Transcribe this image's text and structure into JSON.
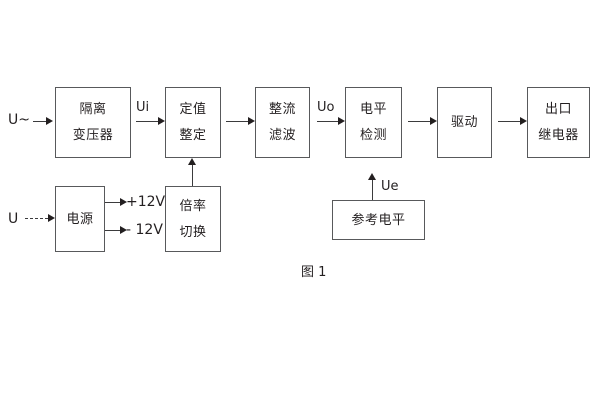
{
  "figure": {
    "caption": "图 1",
    "blocks": [
      {
        "id": "isolation-transformer",
        "lines": [
          "隔离",
          "变压器"
        ]
      },
      {
        "id": "setting-value",
        "lines": [
          "定值",
          "整定"
        ]
      },
      {
        "id": "rectify-filter",
        "lines": [
          "整流",
          "滤波"
        ]
      },
      {
        "id": "level-detection",
        "lines": [
          "电平",
          "检测"
        ]
      },
      {
        "id": "drive",
        "lines": [
          "驱动"
        ]
      },
      {
        "id": "output-relay",
        "lines": [
          "出口",
          "继电器"
        ]
      },
      {
        "id": "power-supply",
        "lines": [
          "电源"
        ]
      },
      {
        "id": "multiplier-switch",
        "lines": [
          "倍率",
          "切换"
        ]
      },
      {
        "id": "reference-level",
        "lines": [
          "参考电平"
        ]
      }
    ],
    "labels": {
      "input_ac": "U~",
      "input_dc": "U",
      "signal_ui": "Ui",
      "signal_uo": "Uo",
      "signal_ue": "Ue",
      "rail_positive": "+12V",
      "rail_negative": "- 12V"
    },
    "colors": {
      "border": "#58595b",
      "text": "#231f20",
      "arrow": "#3b3b3d",
      "background": "#ffffff"
    }
  }
}
